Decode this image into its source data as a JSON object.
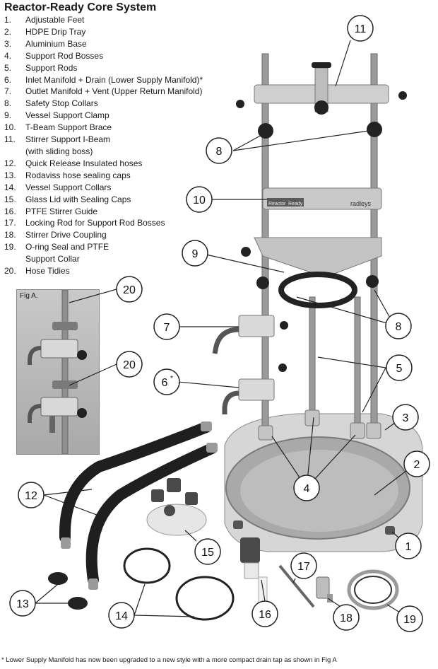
{
  "title": "Reactor-Ready Core System",
  "parts": [
    {
      "num": "1.",
      "label": "Adjustable Feet"
    },
    {
      "num": "2.",
      "label": "HDPE Drip Tray"
    },
    {
      "num": "3.",
      "label": "Aluminium Base"
    },
    {
      "num": "4.",
      "label": "Support Rod Bosses"
    },
    {
      "num": "5.",
      "label": "Support Rods"
    },
    {
      "num": "6.",
      "label": "Inlet Manifold + Drain (Lower Supply Manifold)*"
    },
    {
      "num": "7.",
      "label": "Outlet Manifold + Vent (Upper Return Manifold)"
    },
    {
      "num": "8.",
      "label": "Safety Stop Collars"
    },
    {
      "num": "9.",
      "label": "Vessel Support Clamp"
    },
    {
      "num": "10.",
      "label": "T-Beam Support Brace"
    },
    {
      "num": "11.",
      "label": "Stirrer Support I-Beam"
    },
    {
      "num": "",
      "label": "(with sliding boss)"
    },
    {
      "num": "12.",
      "label": "Quick Release Insulated hoses"
    },
    {
      "num": "13.",
      "label": "Rodaviss hose sealing caps"
    },
    {
      "num": "14.",
      "label": "Vessel Support Collars"
    },
    {
      "num": "15.",
      "label": "Glass Lid with Sealing Caps"
    },
    {
      "num": "16.",
      "label": "PTFE Stirrer Guide"
    },
    {
      "num": "17.",
      "label": "Locking Rod for Support Rod Bosses"
    },
    {
      "num": "18.",
      "label": "Stirrer Drive Coupling"
    },
    {
      "num": "19.",
      "label": "O-ring Seal and PTFE"
    },
    {
      "num": "",
      "label": "Support Collar"
    },
    {
      "num": "20.",
      "label": "Hose Tidies"
    }
  ],
  "fig_a_label": "Fig A.",
  "brace_text": {
    "brand_reactor": "Reactor",
    "brand_ready": "Ready",
    "logo": "radleys"
  },
  "callouts": {
    "c1": "1",
    "c2": "2",
    "c3": "3",
    "c4": "4",
    "c5": "5",
    "c6": "6",
    "c6_mark": "*",
    "c7": "7",
    "c8a": "8",
    "c8b": "8",
    "c9": "9",
    "c10": "10",
    "c11": "11",
    "c12": "12",
    "c13": "13",
    "c14": "14",
    "c15": "15",
    "c16": "16",
    "c17": "17",
    "c18": "18",
    "c19": "19",
    "c20a": "20",
    "c20b": "20"
  },
  "footnote": "* Lower Supply Manifold has now been upgraded to a new style with a more compact drain tap as shown in Fig A"
}
